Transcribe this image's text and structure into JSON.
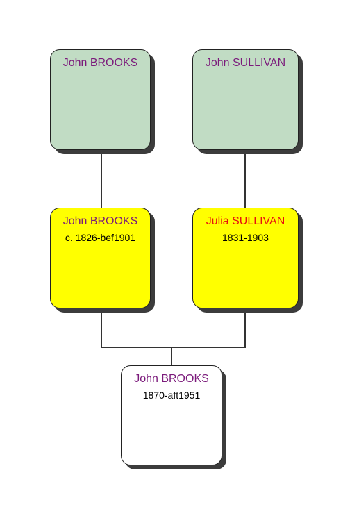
{
  "colors": {
    "grandparent_fill": "#c1dcc4",
    "parent_fill": "#ffff00",
    "child_fill": "#ffffff",
    "name_purple": "#7b1a7b",
    "name_red": "#e8100f",
    "connector": "#333333"
  },
  "grandparents": [
    {
      "name": "John BROOKS"
    },
    {
      "name": "John SULLIVAN"
    }
  ],
  "parents": [
    {
      "name": "John BROOKS",
      "dates": "c. 1826-bef1901"
    },
    {
      "name": "Julia SULLIVAN",
      "dates": "1831-1903"
    }
  ],
  "child": {
    "name": "John BROOKS",
    "dates": "1870-aft1951"
  }
}
